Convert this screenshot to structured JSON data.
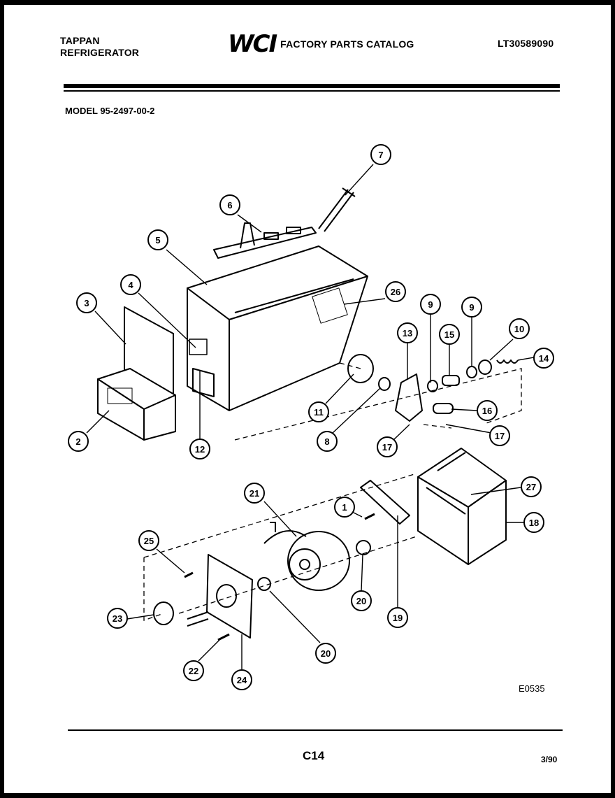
{
  "header": {
    "brand_line1": "TAPPAN",
    "brand_line2": "REFRIGERATOR",
    "logo": "WCI",
    "catalog_title": "FACTORY PARTS CATALOG",
    "doc_number": "LT30589090"
  },
  "model": "MODEL 95-2497-00-2",
  "diagram": {
    "callouts": [
      "7",
      "6",
      "5",
      "4",
      "3",
      "26",
      "9",
      "9",
      "13",
      "15",
      "10",
      "14",
      "16",
      "17",
      "17",
      "11",
      "8",
      "12",
      "2",
      "27",
      "18",
      "21",
      "1",
      "19",
      "20",
      "20",
      "25",
      "23",
      "22",
      "24"
    ]
  },
  "footer": {
    "diagram_code": "E0535",
    "page_number": "C14",
    "date": "3/90"
  }
}
